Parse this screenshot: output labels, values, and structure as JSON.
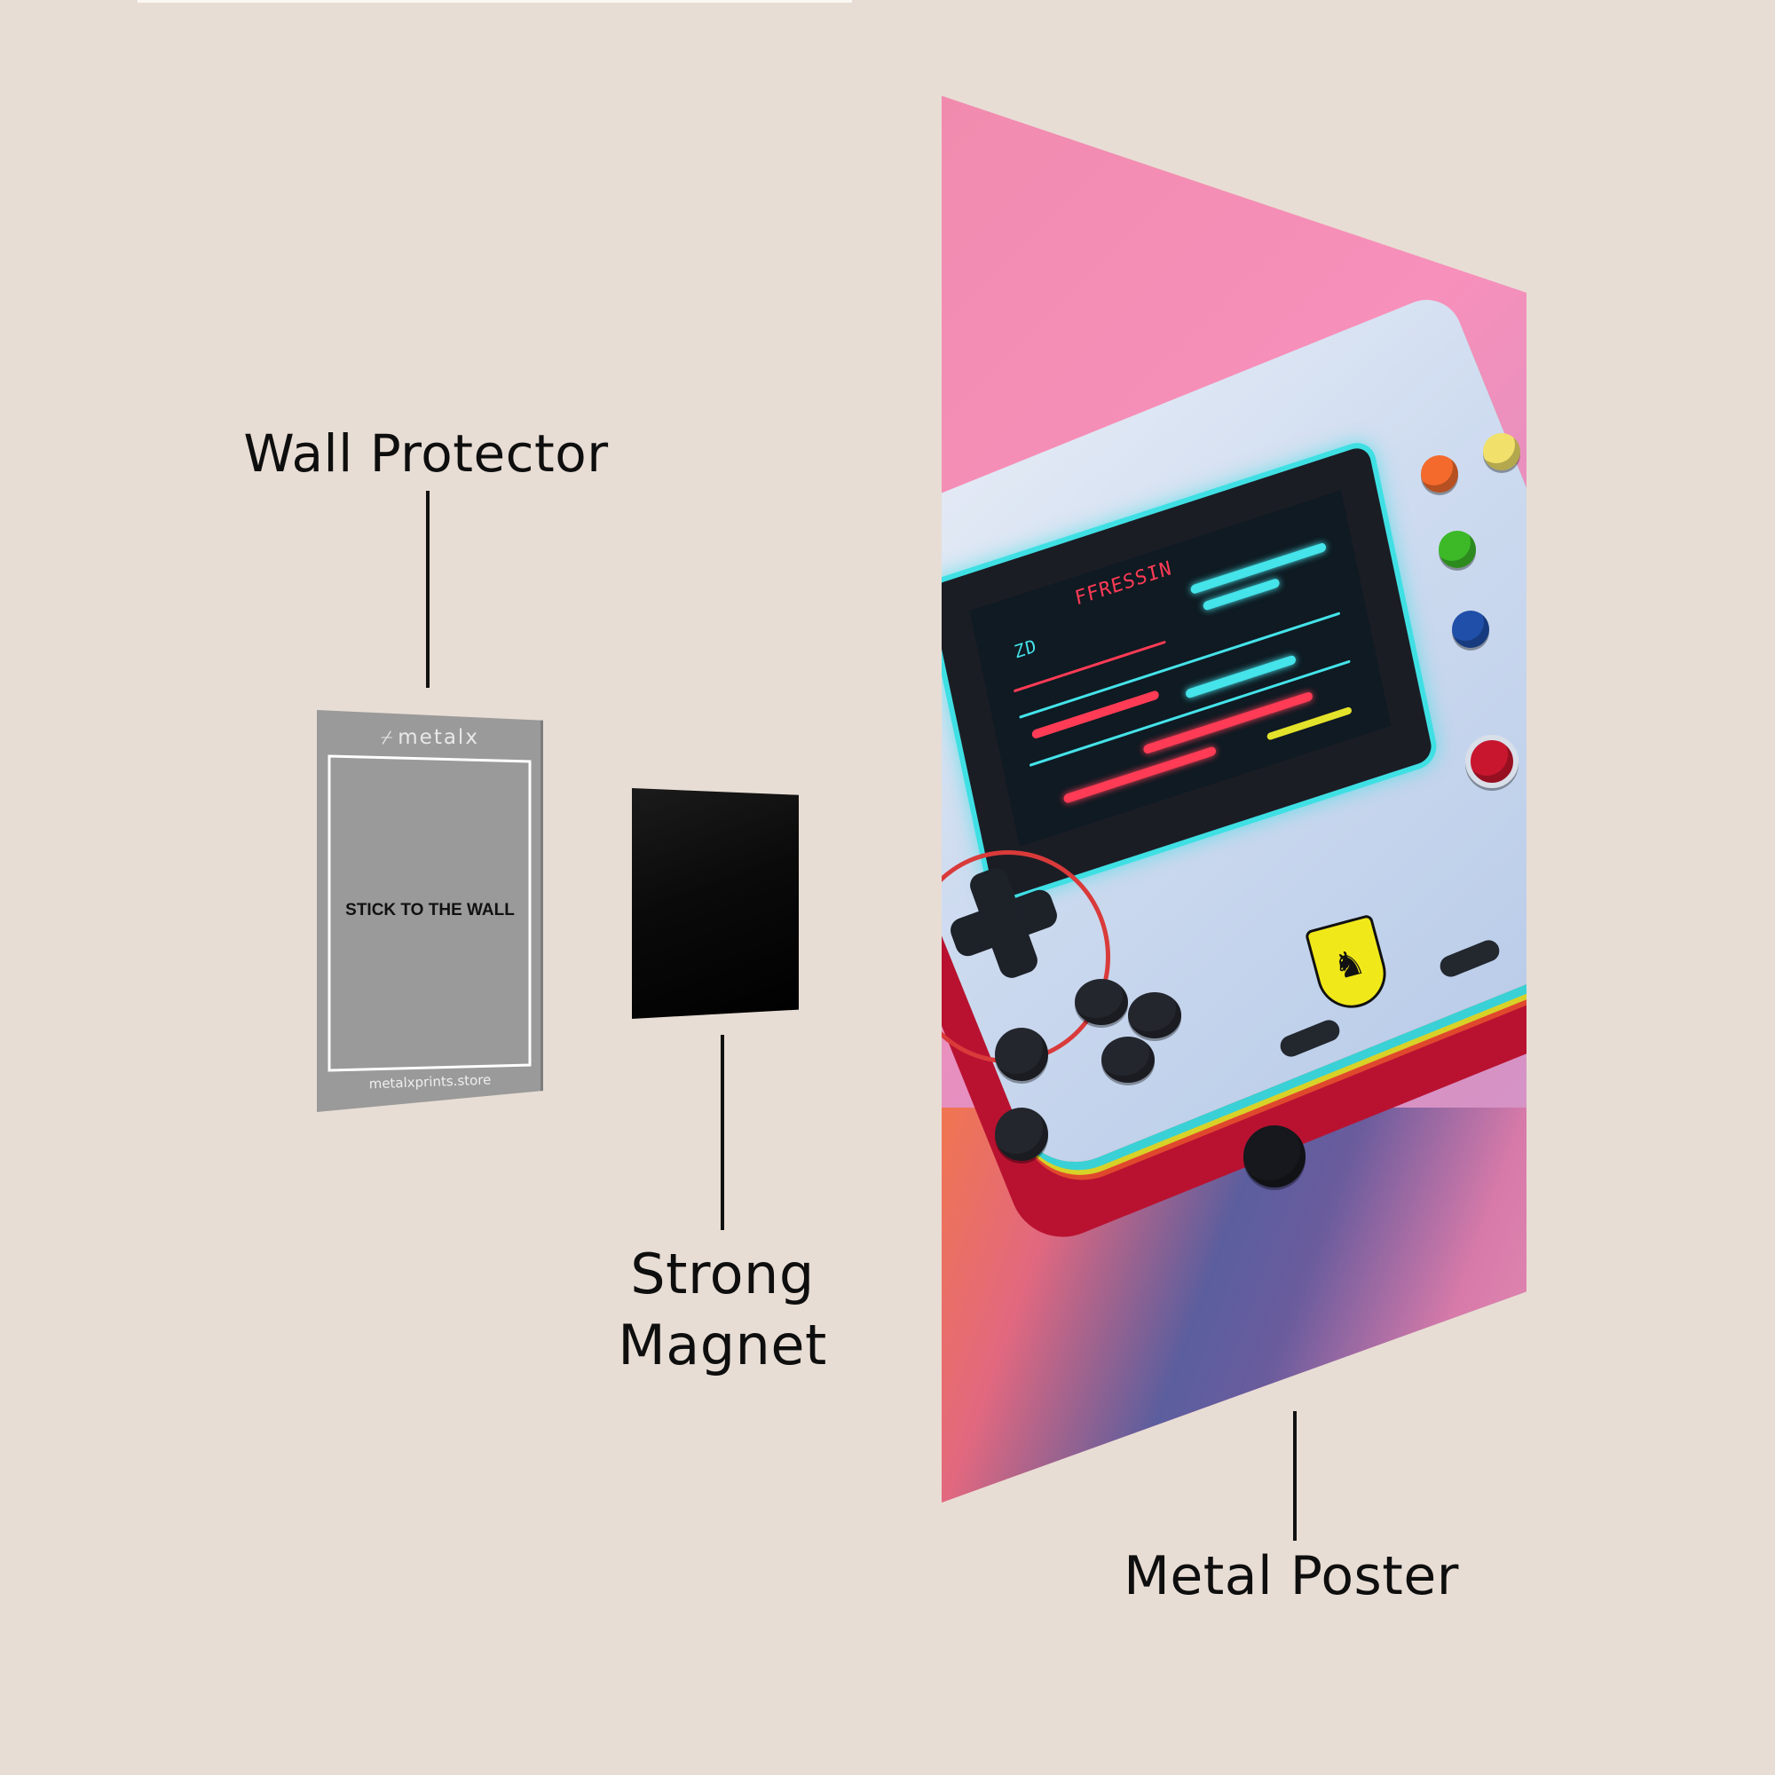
{
  "labels": {
    "wall_protector": "Wall Protector",
    "strong_magnet_line1": "Strong",
    "strong_magnet_line2": "Magnet",
    "metal_poster": "Metal Poster"
  },
  "wall_protector_card": {
    "brand_mark": "⌿",
    "brand_name": "metalx",
    "instruction": "STICK TO THE WALL",
    "website": "metalxprints.store",
    "color": "#9a9a9a"
  },
  "magnet": {
    "color": "#000000"
  },
  "metal_poster": {
    "artwork_subject": "Red and white retro handheld game console with neon screen on pink background",
    "screen_title": "FFRESSIN",
    "screen_tag": "ZD",
    "colors": {
      "background_pink": "#f28fb6",
      "console_red": "#b91231",
      "neon_cyan": "#3fe0e4",
      "button_orange": "#f36a2c",
      "button_green": "#3db928",
      "button_blue": "#1f4fa8",
      "button_red": "#c8162e",
      "shield_yellow": "#f1e81a"
    }
  },
  "colors": {
    "page_background": "#e8ddd4",
    "label_text": "#0e0e0e",
    "connector_line": "#111111"
  }
}
